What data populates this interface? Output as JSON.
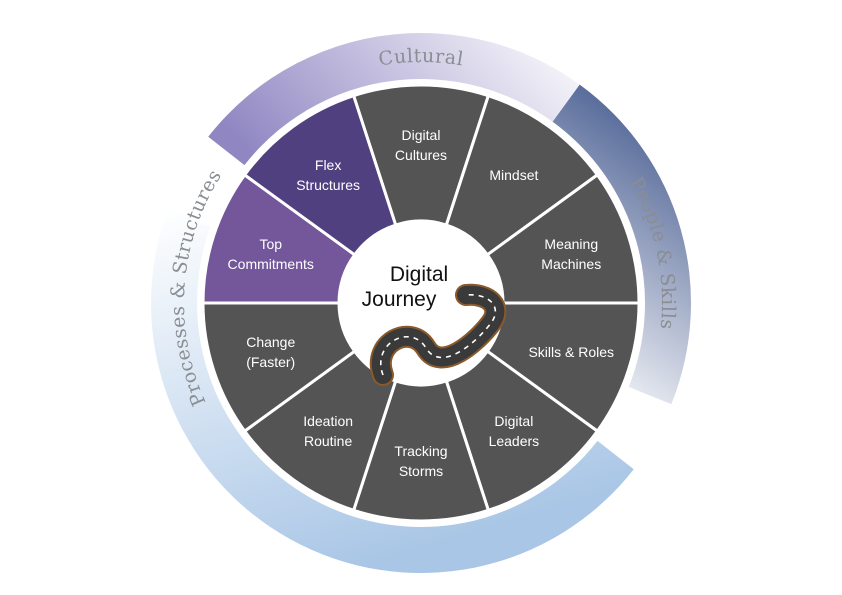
{
  "center": {
    "line1": "Digital",
    "line2": "Journey"
  },
  "arcs": [
    {
      "id": "cultural",
      "label": "Cultural",
      "dark": "#8f86c2",
      "light": "#ffffff"
    },
    {
      "id": "people",
      "label": "People & Skills",
      "dark": "#4a5f92",
      "light": "#ffffff"
    },
    {
      "id": "processes",
      "label": "Processes & Structures",
      "dark": "#a9c6e6",
      "light": "#ffffff"
    }
  ],
  "segments": [
    {
      "lines": [
        "Digital",
        "Cultures"
      ],
      "color": "#545454"
    },
    {
      "lines": [
        "Mindset"
      ],
      "color": "#545454"
    },
    {
      "lines": [
        "Meaning",
        "Machines"
      ],
      "color": "#545454"
    },
    {
      "lines": [
        "Skills & Roles"
      ],
      "color": "#545454"
    },
    {
      "lines": [
        "Digital",
        "Leaders"
      ],
      "color": "#545454"
    },
    {
      "lines": [
        "Tracking",
        "Storms"
      ],
      "color": "#545454"
    },
    {
      "lines": [
        "Ideation",
        "Routine"
      ],
      "color": "#545454"
    },
    {
      "lines": [
        "Change",
        "(Faster)"
      ],
      "color": "#545454"
    },
    {
      "lines": [
        "Top",
        "Commitments"
      ],
      "color": "#74569a"
    },
    {
      "lines": [
        "Flex",
        "Structures"
      ],
      "color": "#51407f"
    }
  ],
  "colors": {
    "divider": "#ffffff",
    "road": "#3a3a3a",
    "road_edge": "#8a5a2a"
  }
}
